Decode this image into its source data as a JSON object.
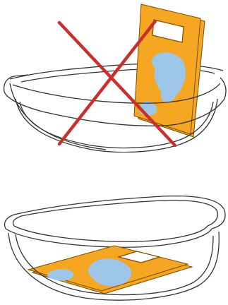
{
  "diagram": {
    "panels": [
      {
        "id": "incorrect",
        "marker": "cross-mark-icon",
        "object": "document-sheet",
        "orientation": "standing-upright"
      },
      {
        "id": "correct",
        "marker": "none",
        "object": "document-sheet",
        "orientation": "lying-flat"
      }
    ],
    "colors": {
      "outline": "#333333",
      "sheet_fill": "#F5A623",
      "sheet_stroke": "#7a4a00",
      "stain_fill": "#9EC6E8",
      "cross": "#C8302C",
      "label_fill": "#FFFFFF"
    }
  }
}
